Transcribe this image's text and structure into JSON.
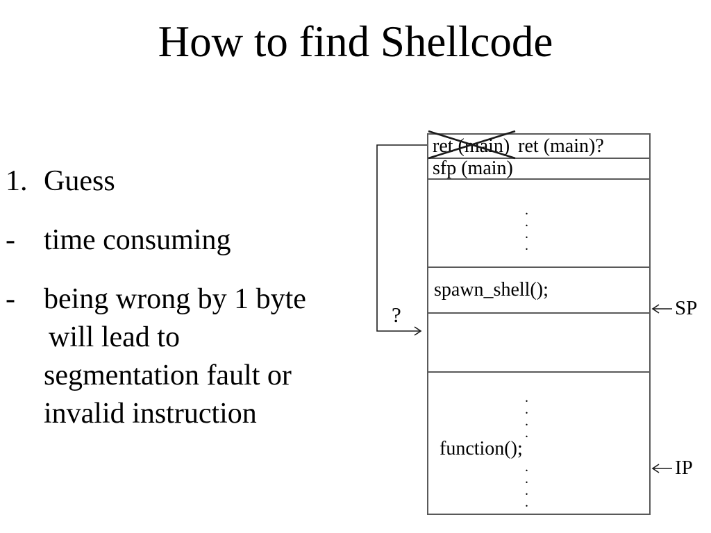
{
  "title": "How to find Shellcode",
  "bullets": {
    "item1": {
      "marker": "1.",
      "text": "Guess"
    },
    "item2": {
      "marker": "-",
      "text": "time consuming"
    },
    "item3": {
      "marker": "-",
      "line1": "being wrong by 1 byte",
      "line2": "will lead to",
      "line3": "segmentation fault or",
      "line4": "invalid instruction"
    }
  },
  "stack": {
    "ret_crossed": "ret (main)",
    "ret_alt": "ret (main)?",
    "sfp": "sfp (main)",
    "dots_upper": ".\n.\n.\n.",
    "spawn": "spawn_shell();",
    "dots_fn_top": ".\n.\n.\n.",
    "function": "function();",
    "dots_fn_bottom": ".\n.\n.\n."
  },
  "annotations": {
    "question_mark": "?",
    "sp_label": "SP",
    "ip_label": "IP"
  },
  "colors": {
    "background": "#ffffff",
    "text": "#000000",
    "box_border": "#595959",
    "line": "#1a1a1a"
  }
}
